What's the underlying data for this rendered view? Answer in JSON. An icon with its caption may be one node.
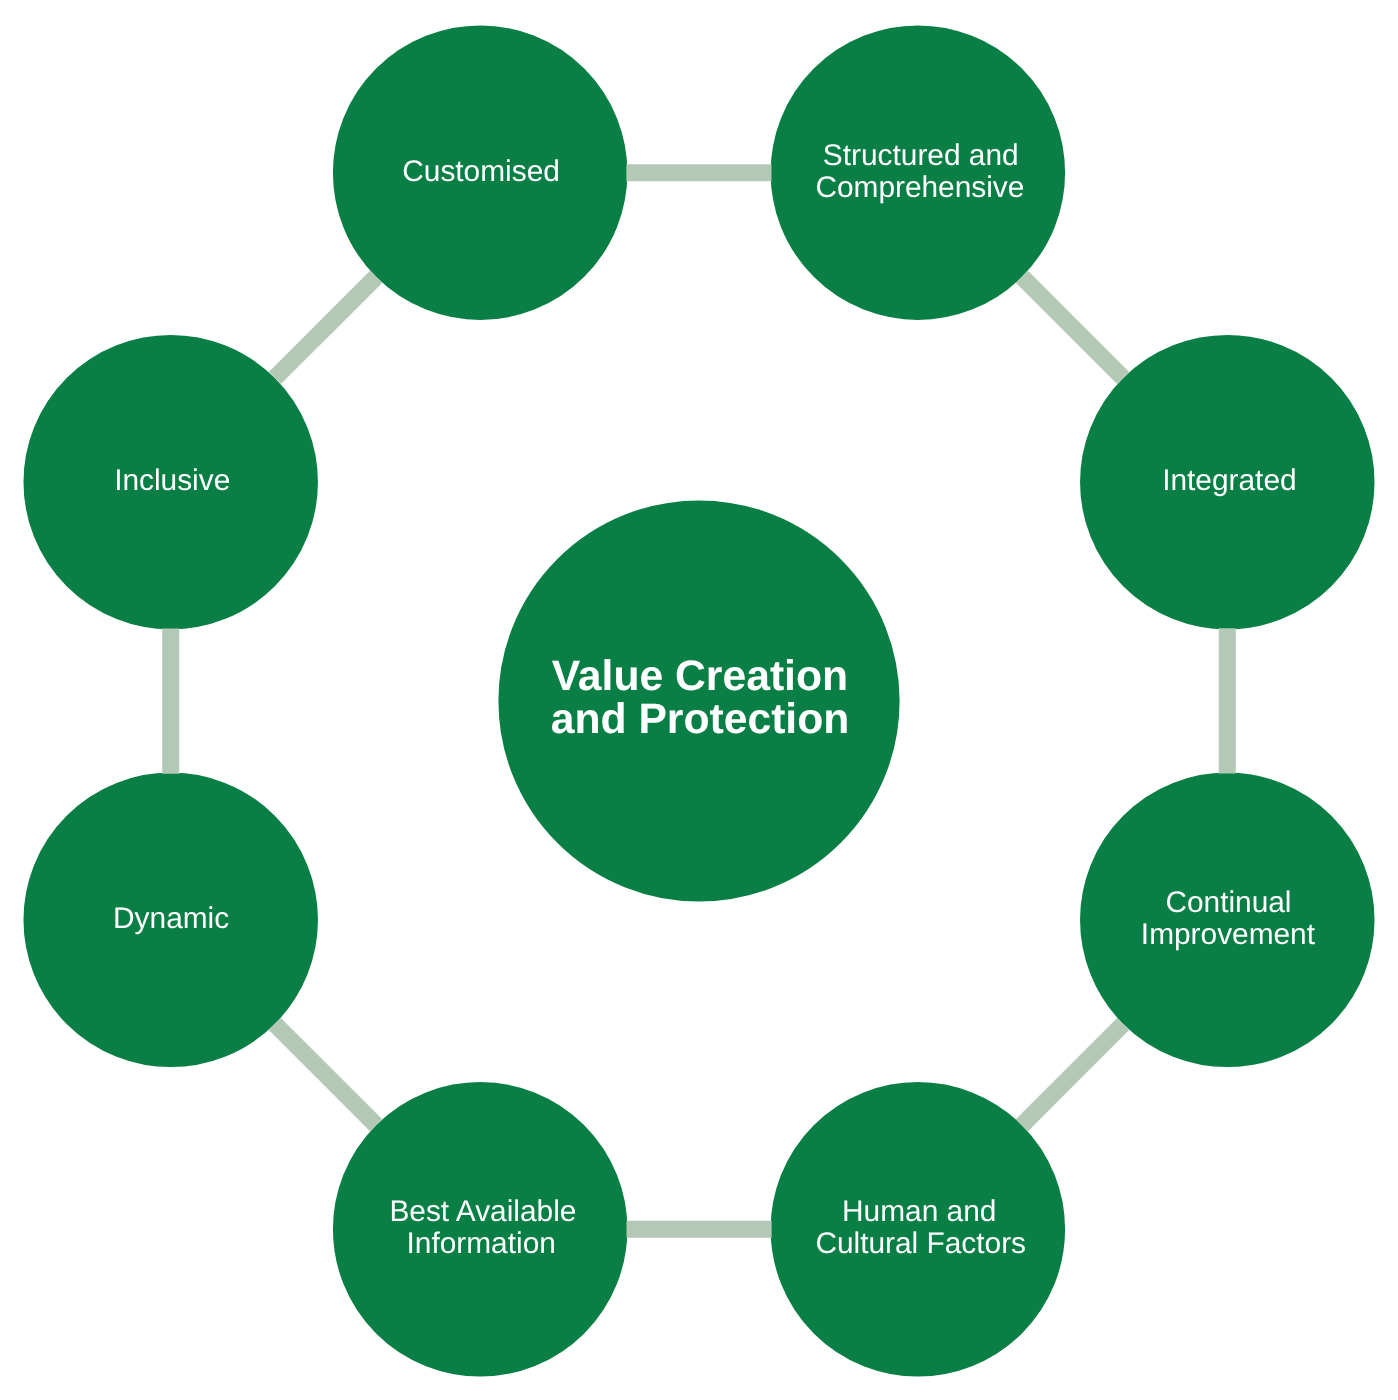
{
  "diagram": {
    "nodes": [
      {
        "text": [
          "Value Creation and Protection"
        ]
      },
      {
        "text": [
          "Integrated"
        ]
      },
      {
        "text": [
          "Structured and Comprehensive"
        ]
      },
      {
        "text": [
          "Customised"
        ]
      },
      {
        "text": [
          "Inclusive"
        ]
      },
      {
        "text": [
          "Dynamic"
        ]
      },
      {
        "text": [
          "Best Available Information"
        ]
      },
      {
        "text": [
          "Human and Cultural Factors"
        ]
      },
      {
        "text": [
          "Continual Improvement"
        ]
      }
    ],
    "edges": [
      {
        "from": 1,
        "to": 2,
        "arrow": "none"
      },
      {
        "from": 2,
        "to": 3,
        "arrow": "none"
      },
      {
        "from": 3,
        "to": 4,
        "arrow": "none"
      },
      {
        "from": 4,
        "to": 5,
        "arrow": "none"
      },
      {
        "from": 5,
        "to": 6,
        "arrow": "none"
      },
      {
        "from": 6,
        "to": 7,
        "arrow": "none"
      },
      {
        "from": 7,
        "to": 8,
        "arrow": "none"
      },
      {
        "from": 8,
        "to": 1,
        "arrow": "none"
      }
    ]
  }
}
